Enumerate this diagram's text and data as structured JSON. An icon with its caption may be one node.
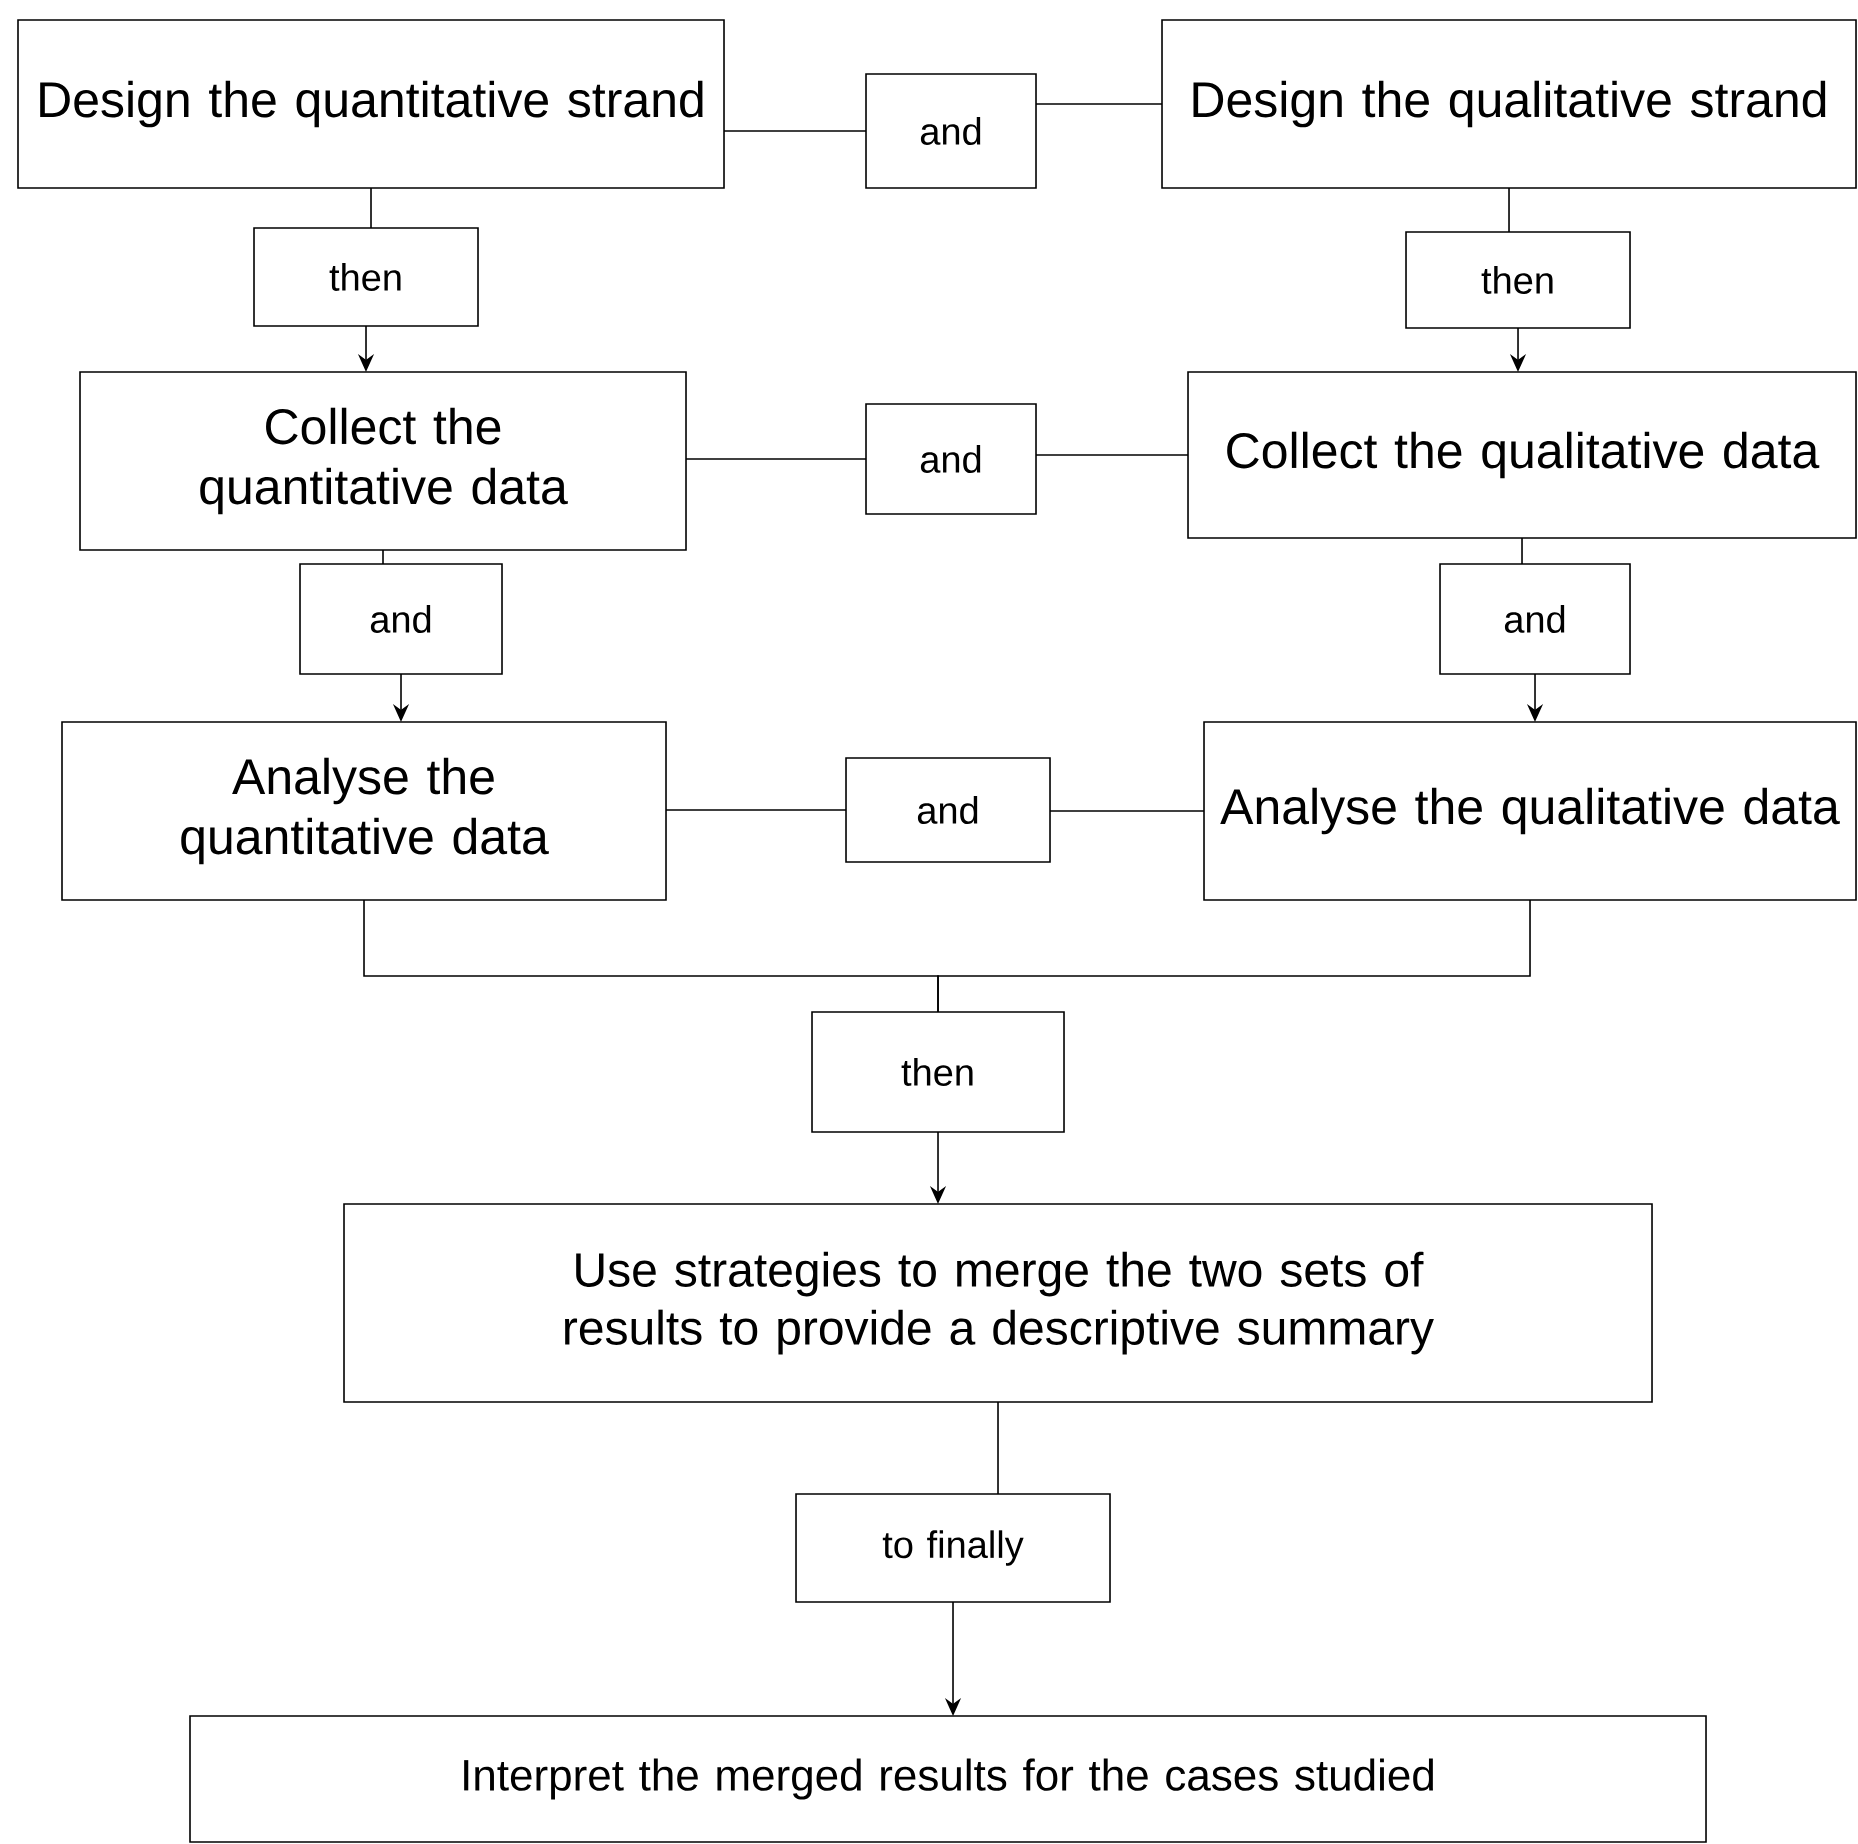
{
  "diagram": {
    "nodes": [
      {
        "text": [
          "Design the quantitative strand"
        ]
      },
      {
        "text": [
          "and"
        ]
      },
      {
        "text": [
          "Design the qualitative strand"
        ]
      },
      {
        "text": [
          "then"
        ]
      },
      {
        "text": [
          "then"
        ]
      },
      {
        "text": [
          "Collect the quantitative data"
        ]
      },
      {
        "text": [
          "and"
        ]
      },
      {
        "text": [
          "Collect the qualitative data"
        ]
      },
      {
        "text": [
          "and"
        ]
      },
      {
        "text": [
          "and"
        ]
      },
      {
        "text": [
          "Analyse the quantitative data"
        ]
      },
      {
        "text": [
          "and"
        ]
      },
      {
        "text": [
          "Analyse the qualitative data"
        ]
      },
      {
        "text": [
          "then"
        ]
      },
      {
        "text": [
          "Use strategies to merge the two sets of results to provide a descriptive summary"
        ]
      },
      {
        "text": [
          "to finally"
        ]
      },
      {
        "text": [
          "Interpret the merged results for the cases studied"
        ]
      }
    ],
    "edges": [
      {
        "from": 0,
        "to": 1,
        "arrow": "none"
      },
      {
        "from": 1,
        "to": 2,
        "arrow": "none"
      },
      {
        "from": 0,
        "to": 3,
        "arrow": "none"
      },
      {
        "from": 2,
        "to": 4,
        "arrow": "none"
      },
      {
        "from": 3,
        "to": 5,
        "arrow": "to"
      },
      {
        "from": 4,
        "to": 7,
        "arrow": "to"
      },
      {
        "from": 5,
        "to": 6,
        "arrow": "none"
      },
      {
        "from": 6,
        "to": 7,
        "arrow": "none"
      },
      {
        "from": 5,
        "to": 8,
        "arrow": "none"
      },
      {
        "from": 7,
        "to": 9,
        "arrow": "none"
      },
      {
        "from": 8,
        "to": 10,
        "arrow": "to"
      },
      {
        "from": 9,
        "to": 12,
        "arrow": "to"
      },
      {
        "from": 10,
        "to": 11,
        "arrow": "none"
      },
      {
        "from": 11,
        "to": 12,
        "arrow": "none"
      },
      {
        "from": 10,
        "to": 13,
        "arrow": "none"
      },
      {
        "from": 12,
        "to": 13,
        "arrow": "none"
      },
      {
        "from": 13,
        "to": 14,
        "arrow": "to"
      },
      {
        "from": 14,
        "to": 15,
        "arrow": "none"
      },
      {
        "from": 15,
        "to": 16,
        "arrow": "to"
      }
    ]
  }
}
